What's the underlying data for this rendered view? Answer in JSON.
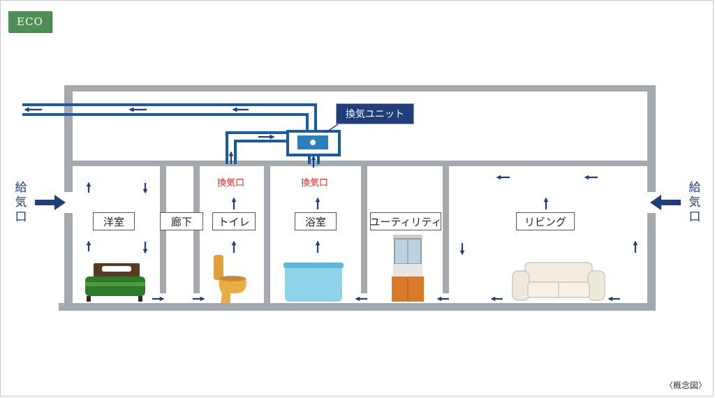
{
  "badge": "ECO",
  "unit_label": "換気ユニット",
  "exhaust_label": "換気口",
  "intake_label": "給気口",
  "rooms": {
    "bedroom": "洋室",
    "hallway": "廊下",
    "toilet": "トイレ",
    "bath": "浴室",
    "utility": "ユーティリティ",
    "living": "リビング"
  },
  "note": "〈概念図〉",
  "colors": {
    "duct": "#1a5aa0",
    "arrow": "#1f3e7a",
    "wall": "#a4a9ad",
    "badge": "#4f8f56",
    "exhaust_text": "#e02a2a",
    "unit": "#1f3e7a"
  }
}
